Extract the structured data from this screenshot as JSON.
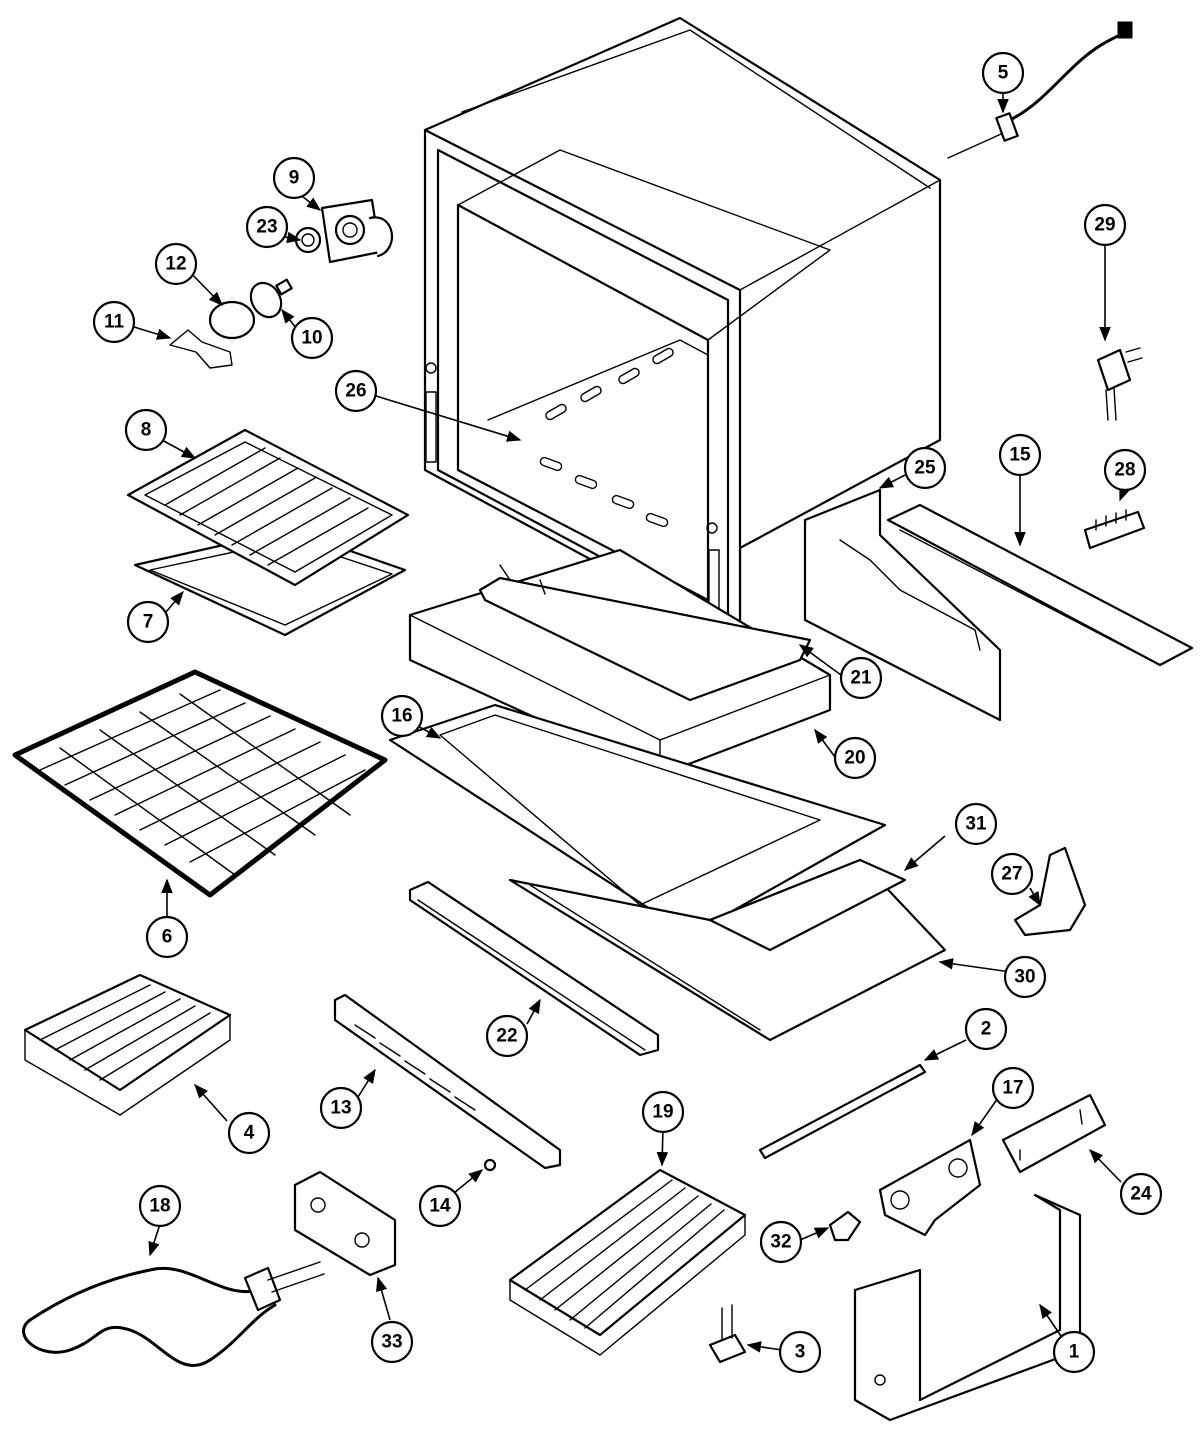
{
  "callouts": [
    {
      "label": "1"
    },
    {
      "label": "2"
    },
    {
      "label": "3"
    },
    {
      "label": "4"
    },
    {
      "label": "5"
    },
    {
      "label": "6"
    },
    {
      "label": "7"
    },
    {
      "label": "8"
    },
    {
      "label": "9"
    },
    {
      "label": "10"
    },
    {
      "label": "11"
    },
    {
      "label": "12"
    },
    {
      "label": "13"
    },
    {
      "label": "14"
    },
    {
      "label": "15"
    },
    {
      "label": "16"
    },
    {
      "label": "17"
    },
    {
      "label": "18"
    },
    {
      "label": "19"
    },
    {
      "label": "20"
    },
    {
      "label": "21"
    },
    {
      "label": "22"
    },
    {
      "label": "23"
    },
    {
      "label": "24"
    },
    {
      "label": "25"
    },
    {
      "label": "26"
    },
    {
      "label": "27"
    },
    {
      "label": "28"
    },
    {
      "label": "29"
    },
    {
      "label": "30"
    },
    {
      "label": "31"
    },
    {
      "label": "32"
    },
    {
      "label": "33"
    }
  ]
}
